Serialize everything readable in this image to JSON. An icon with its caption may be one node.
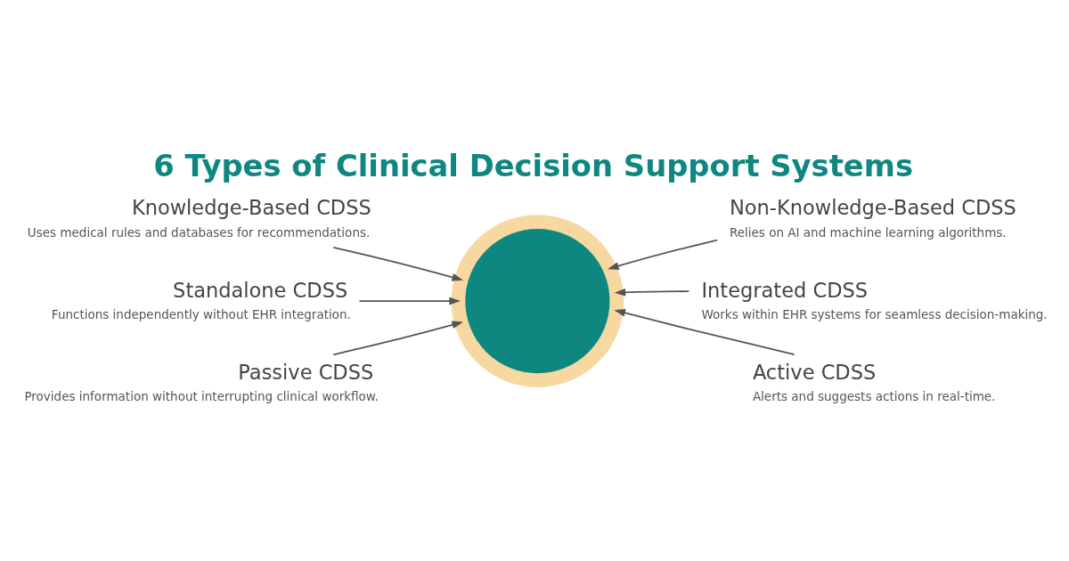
{
  "diagram": {
    "title": "6 Types of Clinical Decision Support Systems",
    "nodes": [
      {
        "text": [
          "Knowledge-Based CDSS",
          "Uses medical rules and databases for recommendations."
        ]
      },
      {
        "text": [
          "Non-Knowledge-Based CDSS",
          "Relies on AI and machine learning algorithms."
        ]
      },
      {
        "text": [
          "Standalone CDSS",
          "Functions independently without EHR integration."
        ]
      },
      {
        "text": [
          "Integrated CDSS",
          "Works within EHR systems for seamless decision-making."
        ]
      },
      {
        "text": [
          "Passive CDSS",
          "Provides information without interrupting clinical workflow."
        ]
      },
      {
        "text": [
          "Active CDSS",
          "Alerts and suggests actions in real-time."
        ]
      },
      {
        "text": [],
        "shape": "circle"
      }
    ],
    "edges": [
      {
        "from": 0,
        "to": 6,
        "arrow": "to"
      },
      {
        "from": 1,
        "to": 6,
        "arrow": "to"
      },
      {
        "from": 2,
        "to": 6,
        "arrow": "to"
      },
      {
        "from": 3,
        "to": 6,
        "arrow": "to"
      },
      {
        "from": 4,
        "to": 6,
        "arrow": "to"
      },
      {
        "from": 5,
        "to": 6,
        "arrow": "to"
      }
    ]
  }
}
